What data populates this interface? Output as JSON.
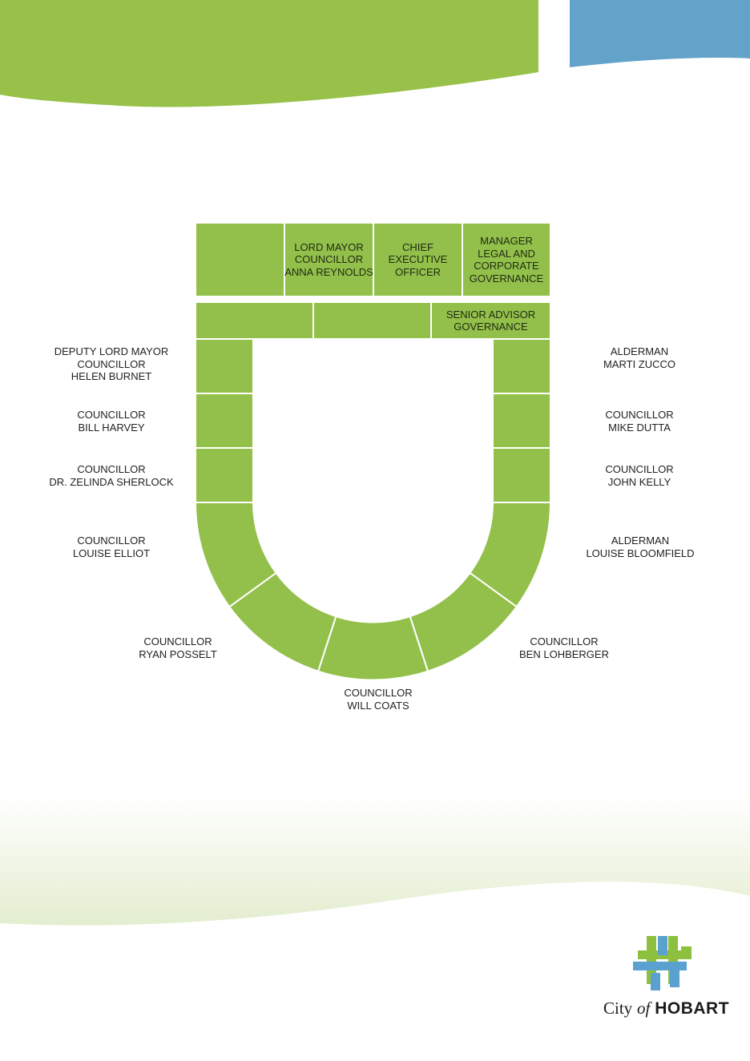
{
  "colors": {
    "seat_green": "#93c04a",
    "header_green": "#97c148",
    "header_blue": "#64a3c9",
    "seat_border": "#ffffff",
    "logo_green": "#8dc03f",
    "logo_blue": "#5aa1cf"
  },
  "top_row": {
    "lord_mayor": [
      "LORD MAYOR",
      "COUNCILLOR",
      "ANNA REYNOLDS"
    ],
    "ceo": [
      "CHIEF",
      "EXECUTIVE",
      "OFFICER"
    ],
    "manager": [
      "MANAGER",
      "LEGAL AND",
      "CORPORATE",
      "GOVERNANCE"
    ]
  },
  "second_row": {
    "senior_advisor": [
      "SENIOR ADVISOR",
      "GOVERNANCE"
    ]
  },
  "left_seats": {
    "deputy_lord_mayor": [
      "DEPUTY LORD MAYOR",
      "COUNCILLOR",
      "HELEN BURNET"
    ],
    "bill_harvey": [
      "COUNCILLOR",
      "BILL HARVEY"
    ],
    "zelinda_sherlock": [
      "COUNCILLOR",
      "DR. ZELINDA SHERLOCK"
    ],
    "louise_elliot": [
      "COUNCILLOR",
      "LOUISE ELLIOT"
    ],
    "ryan_posselt": [
      "COUNCILLOR",
      "RYAN POSSELT"
    ]
  },
  "bottom_seat": {
    "will_coats": [
      "COUNCILLOR",
      "WILL COATS"
    ]
  },
  "right_seats": {
    "marti_zucco": [
      "ALDERMAN",
      "MARTI ZUCCO"
    ],
    "mike_dutta": [
      "COUNCILLOR",
      "MIKE DUTTA"
    ],
    "john_kelly": [
      "COUNCILLOR",
      "JOHN KELLY"
    ],
    "louise_bloomfield": [
      "ALDERMAN",
      "LOUISE BLOOMFIELD"
    ],
    "ben_lohberger": [
      "COUNCILLOR",
      "BEN LOHBERGER"
    ]
  },
  "logo": {
    "city": "City",
    "of": "of",
    "hobart": "HOBART"
  }
}
